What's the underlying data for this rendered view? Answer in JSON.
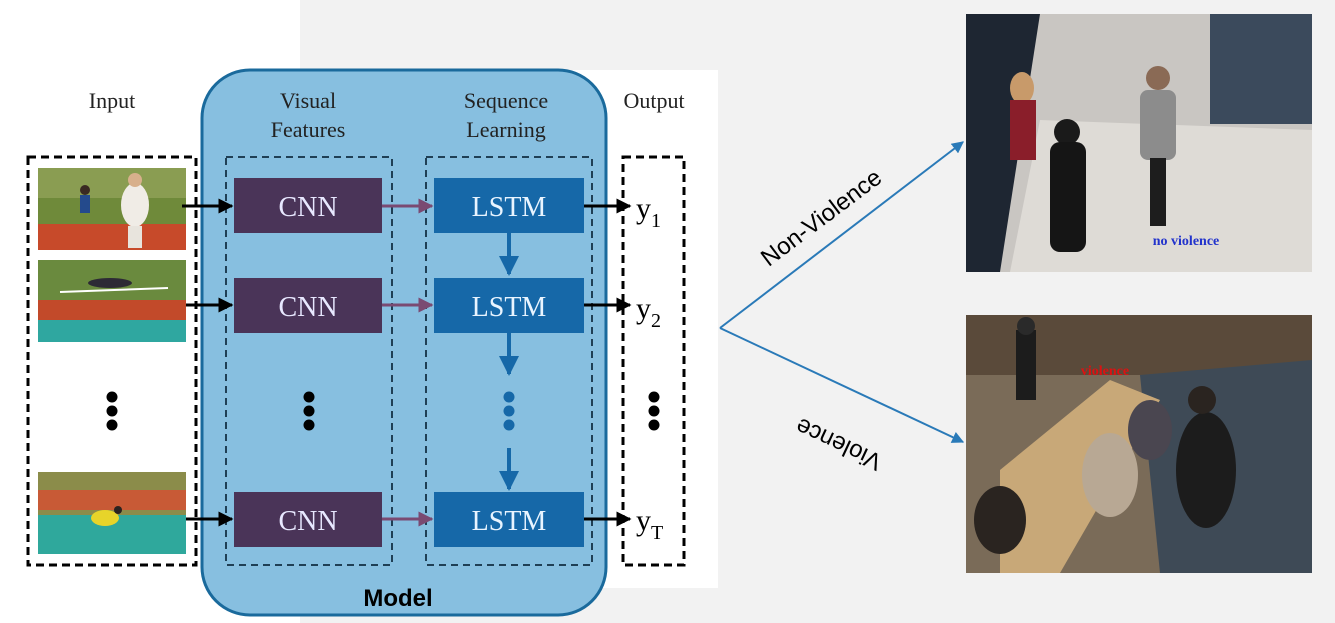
{
  "headers": {
    "input": "Input",
    "visual_features": [
      "Visual",
      "Features"
    ],
    "sequence_learning": [
      "Sequence",
      "Learning"
    ],
    "output": "Output"
  },
  "model_label": "Model",
  "blocks": {
    "cnn": "CNN",
    "lstm": "LSTM"
  },
  "outputs": [
    {
      "base": "y",
      "sub": "1"
    },
    {
      "base": "y",
      "sub": "2"
    },
    {
      "base": "y",
      "sub": "T"
    }
  ],
  "branches": {
    "top": "Non-Violence",
    "bottom": "Violence"
  },
  "frames": {
    "top_caption": "no violence",
    "bottom_caption": "violence"
  },
  "colors": {
    "model_fill": "#87bfe0",
    "model_stroke": "#1a6a9c",
    "cnn_fill": "#4a3458",
    "lstm_fill": "#1668a8",
    "branch_line": "#2a7ab8",
    "top_caption": "#2233cc",
    "bottom_caption": "#dd1111"
  }
}
